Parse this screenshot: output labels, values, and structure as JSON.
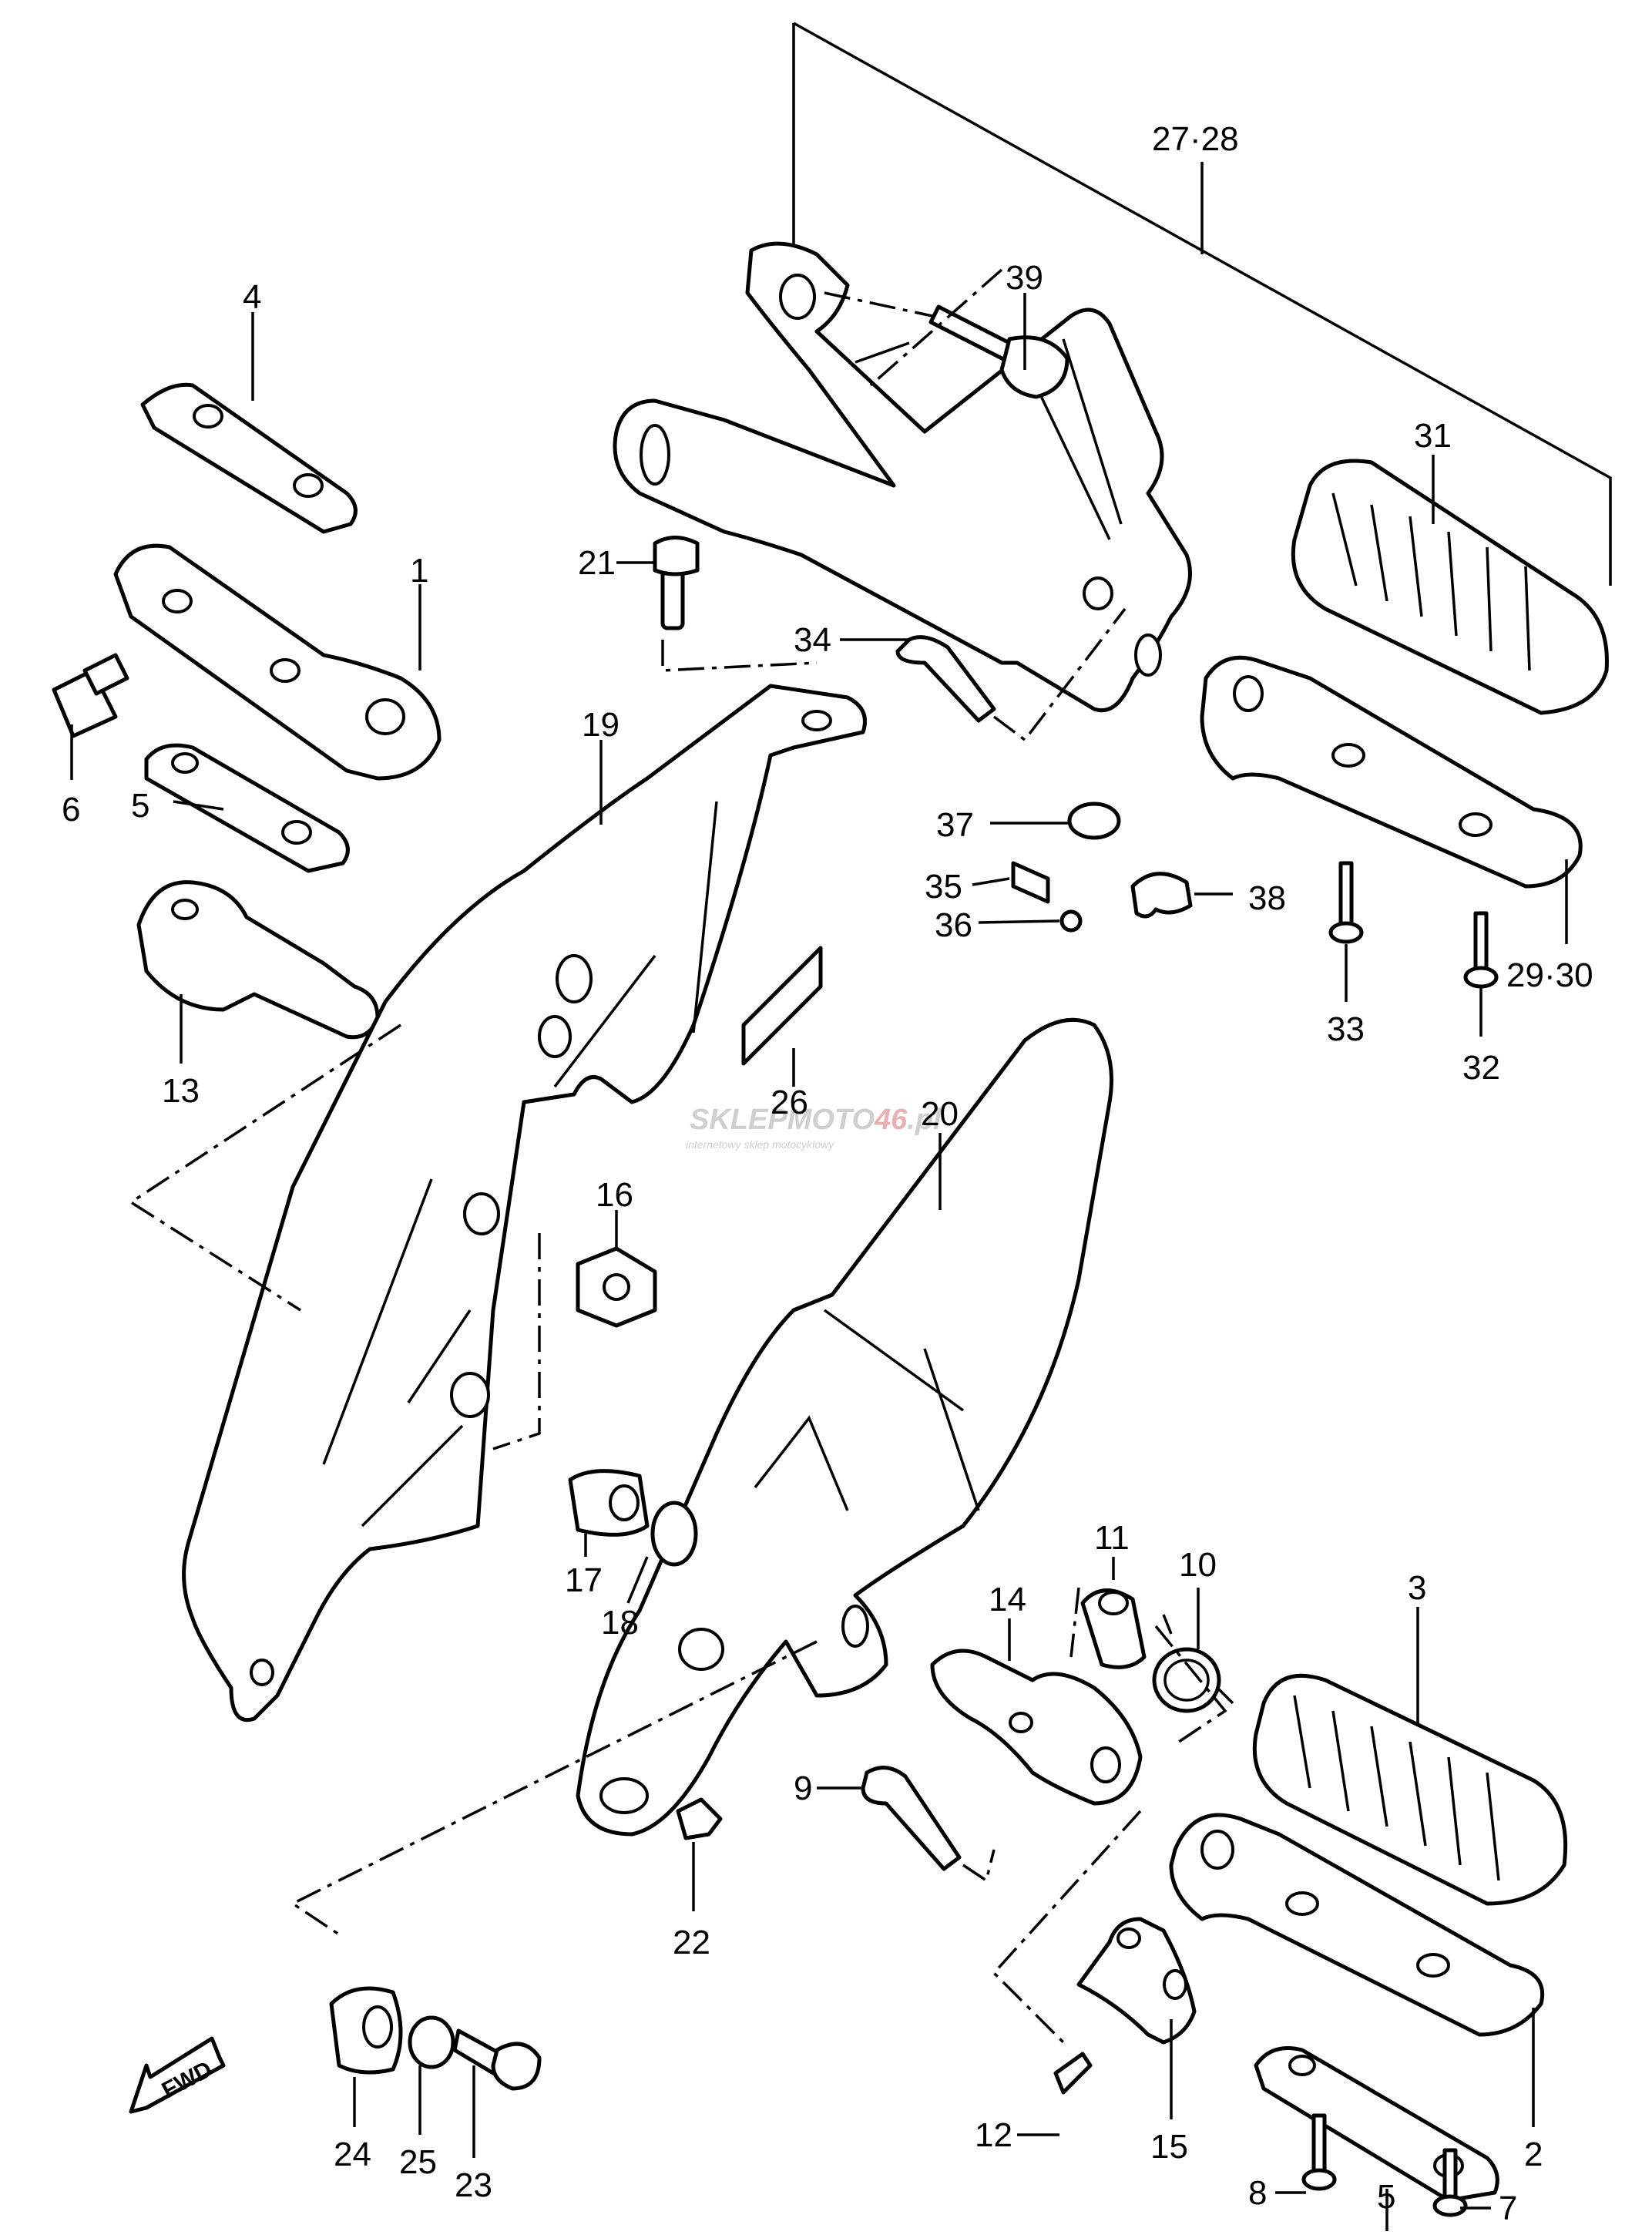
{
  "watermark": {
    "brand_a": "SKLEP",
    "brand_b": "MOTO",
    "brand_c": "46",
    "brand_d": ".pl",
    "tagline": "internetowy sklep motocyklowy"
  },
  "fwd_label": "FWD",
  "labels": {
    "p1": "1",
    "p2": "2",
    "p3": "3",
    "p4": "4",
    "p5a": "5",
    "p5b": "5",
    "p6": "6",
    "p7": "7",
    "p8": "8",
    "p9": "9",
    "p10": "10",
    "p11": "11",
    "p12": "12",
    "p13": "13",
    "p14": "14",
    "p15": "15",
    "p16": "16",
    "p17": "17",
    "p18": "18",
    "p19": "19",
    "p20": "20",
    "p21": "21",
    "p22": "22",
    "p23": "23",
    "p24": "24",
    "p25": "25",
    "p26": "26",
    "p27_28": "27·28",
    "p29_30": "29·30",
    "p31": "31",
    "p32": "32",
    "p33": "33",
    "p34": "34",
    "p35": "35",
    "p36": "36",
    "p37": "37",
    "p38": "38",
    "p39": "39"
  }
}
